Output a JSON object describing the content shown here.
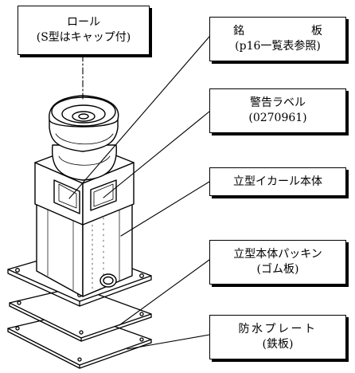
{
  "labels": {
    "roll": {
      "line1": "ロール",
      "line2": "(S型はキャップ付)"
    },
    "nameplate": {
      "line1_a": "銘",
      "line1_b": "板",
      "line2": "(p16一覧表参照)"
    },
    "warning_label": {
      "line1": "警告ラベル",
      "line2": "(0270961)"
    },
    "body": {
      "line1": "立型イカール本体"
    },
    "packing": {
      "line1": "立型本体パッキン",
      "line2": "(ゴム板)"
    },
    "plate": {
      "line1": "防水プレート",
      "line2": "(鉄板)"
    }
  },
  "colors": {
    "line": "#000000",
    "background": "#ffffff"
  }
}
